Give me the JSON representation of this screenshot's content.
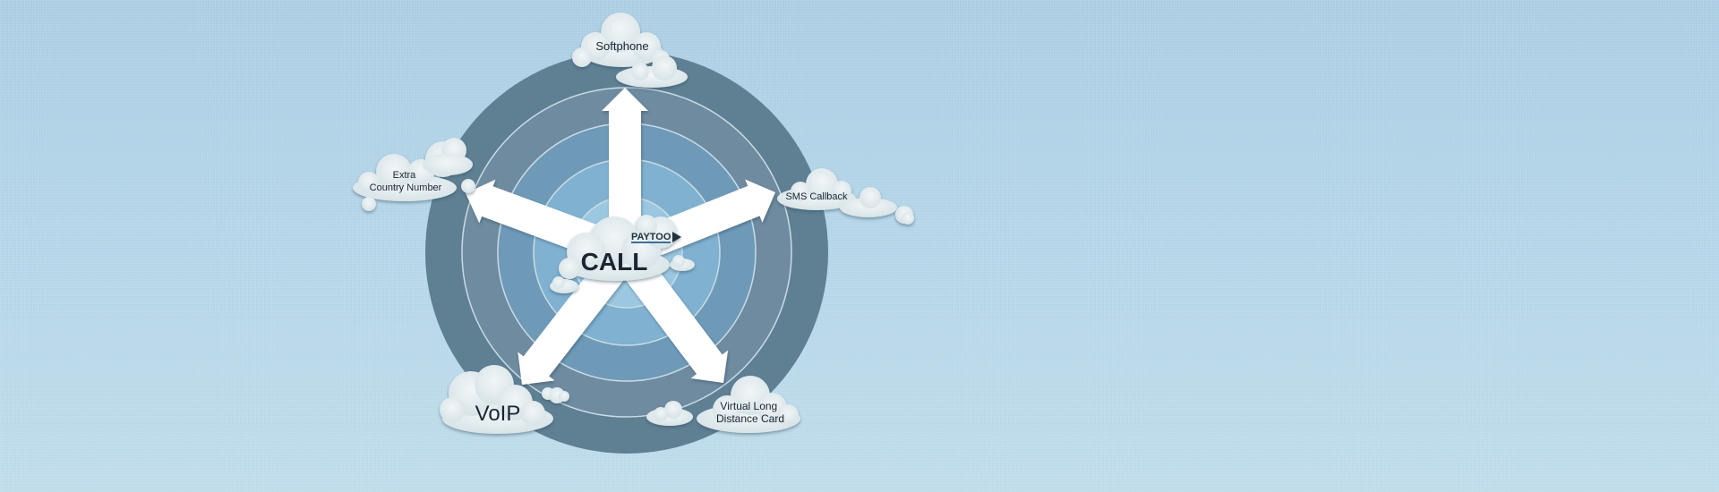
{
  "center": {
    "label": "CALL",
    "brand": "PAYTOO"
  },
  "nodes": [
    {
      "id": "softphone",
      "lines": [
        "Softphone"
      ]
    },
    {
      "id": "sms-callback",
      "lines": [
        "SMS Callback"
      ]
    },
    {
      "id": "extra-country-number",
      "lines": [
        "Extra",
        "Country Number"
      ]
    },
    {
      "id": "voip",
      "lines": [
        "VoIP"
      ]
    },
    {
      "id": "virtual-long-distance-card",
      "lines": [
        "Virtual Long",
        "Distance Card"
      ]
    }
  ],
  "colors": {
    "background": "#b2d3e6",
    "ring_outer": "#5f7f93",
    "ring_2": "#6f8ba0",
    "ring_3": "#6e9ab8",
    "ring_4": "#80b1d0",
    "ring_core": "#9cc7e0",
    "arrow": "#ffffff",
    "cloud": "#e4ecef"
  }
}
